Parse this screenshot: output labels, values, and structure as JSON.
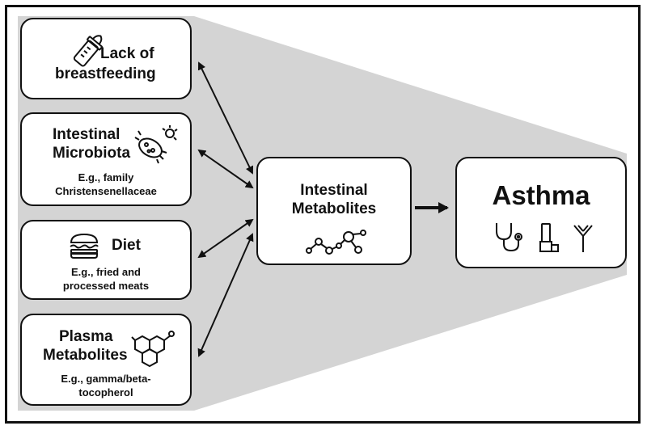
{
  "factors": [
    {
      "title_line1": "Lack of",
      "title_line2": "breastfeeding",
      "icon": "baby-bottle-icon"
    },
    {
      "title_line1": "Intestinal",
      "title_line2": "Microbiota",
      "example_line1": "E.g., family",
      "example_line2": "Christensenellaceae",
      "icon": "bacteria-icon"
    },
    {
      "title_line1": "Diet",
      "example_line1": "E.g., fried and",
      "example_line2": "processed meats",
      "icon": "burger-icon"
    },
    {
      "title_line1": "Plasma",
      "title_line2": "Metabolites",
      "example_line1": "E.g., gamma/beta-",
      "example_line2": "tocopherol",
      "icon": "molecule-icon"
    }
  ],
  "mediator": {
    "title_line1": "Intestinal",
    "title_line2": "Metabolites",
    "icon": "metabolite-network-icon"
  },
  "outcome": {
    "title": "Asthma",
    "icons": [
      "stethoscope-icon",
      "inhaler-icon",
      "antibody-icon"
    ]
  },
  "colors": {
    "funnel": "#d4d4d4",
    "stroke": "#111111",
    "box_fill": "#ffffff"
  }
}
